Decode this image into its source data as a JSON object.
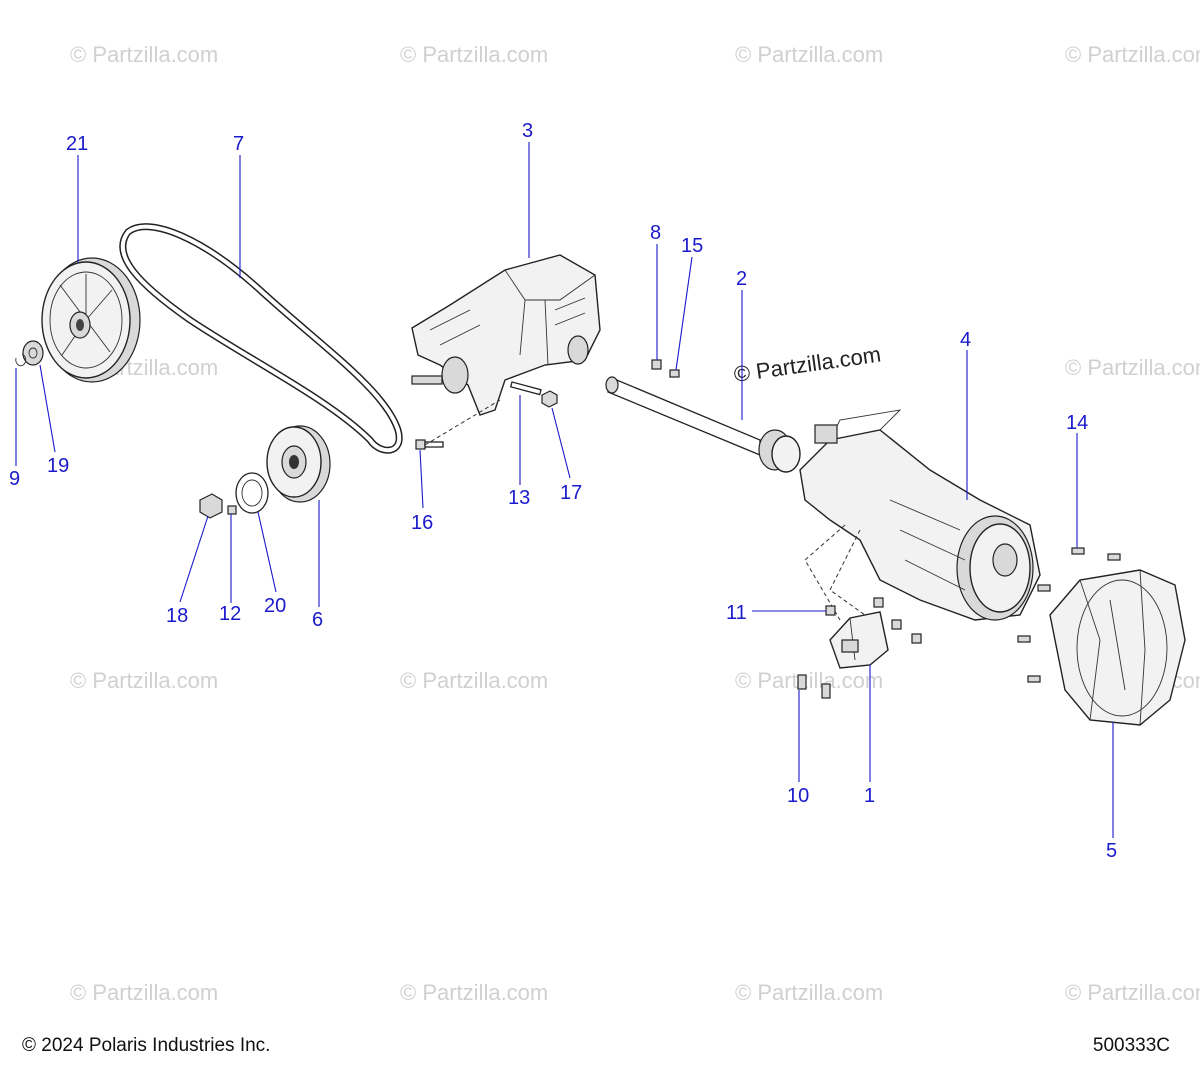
{
  "watermark_text": "© Partzilla.com",
  "footer": {
    "copyright": "© 2024 Polaris Industries Inc.",
    "drawing_number": "500333C"
  },
  "callouts": {
    "c1": "1",
    "c2": "2",
    "c3": "3",
    "c4": "4",
    "c5": "5",
    "c6": "6",
    "c7": "7",
    "c8": "8",
    "c9": "9",
    "c10": "10",
    "c11": "11",
    "c12": "12",
    "c13": "13",
    "c14": "14",
    "c15": "15",
    "c16": "16",
    "c17": "17",
    "c18": "18",
    "c19": "19",
    "c20": "20",
    "c21": "21"
  },
  "colors": {
    "callout": "#1a1acc",
    "line_art": "#222222",
    "watermark": "#d0d0d0"
  }
}
